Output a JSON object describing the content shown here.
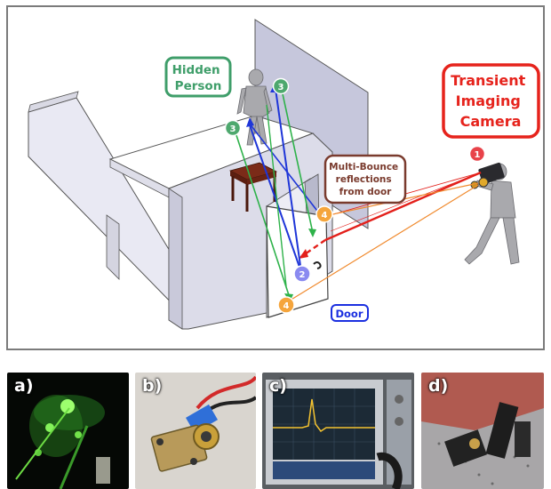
{
  "scene": {
    "hidden_person_lines": [
      "Hidden",
      "Person"
    ],
    "camera_lines": [
      "Transient",
      "Imaging",
      "Camera"
    ],
    "multibounce_lines": [
      "Multi-Bounce",
      "reflections",
      "from door"
    ],
    "door_label": "Door",
    "markers": [
      {
        "id": "marker-1",
        "text": "1"
      },
      {
        "id": "marker-2",
        "text": "2"
      },
      {
        "id": "marker-3a",
        "text": "3"
      },
      {
        "id": "marker-3b",
        "text": "3"
      },
      {
        "id": "marker-4a",
        "text": "4"
      },
      {
        "id": "marker-4b",
        "text": "4"
      }
    ]
  },
  "colors": {
    "hidden_person": "#3f9e6a",
    "camera": "#e6231c",
    "multibounce": "#7a3b2e",
    "door": "#1b2fe0",
    "marker_1": "#e8434a",
    "marker_2": "#8a8af0",
    "marker_3": "#4ea86e",
    "marker_4": "#f5a53c",
    "ray_red": "#e3201b",
    "ray_blue": "#1f36d8",
    "ray_green": "#2eb24a",
    "ray_orange": "#f08a2e"
  },
  "photos": [
    {
      "label": "a)"
    },
    {
      "label": "b)"
    },
    {
      "label": "c)"
    },
    {
      "label": "d)"
    }
  ]
}
